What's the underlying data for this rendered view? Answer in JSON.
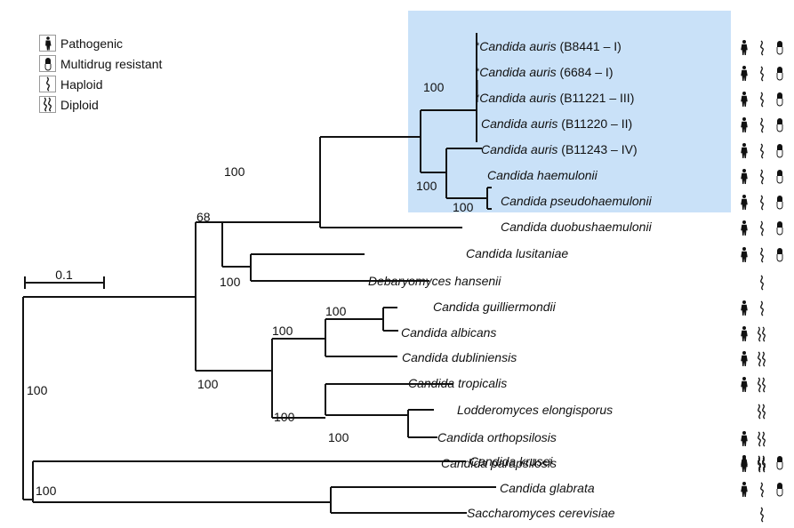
{
  "legend": {
    "items": [
      {
        "icon": "pathogenic-icon",
        "label": "Pathogenic"
      },
      {
        "icon": "multidrug-resistant-icon",
        "label": "Multidrug resistant"
      },
      {
        "icon": "haploid-icon",
        "label": "Haploid"
      },
      {
        "icon": "diploid-icon",
        "label": "Diploid"
      }
    ]
  },
  "scale_bar": {
    "label": "0.1"
  },
  "highlight_color": "#c9e1f8",
  "taxa": [
    {
      "asterisk": "*",
      "genus_species": "Candida auris",
      "strain": " (B8441 – I)",
      "pathogenic": true,
      "ploidy": "haploid",
      "mdr": true
    },
    {
      "asterisk": "*",
      "genus_species": "Candida auris",
      "strain": " (6684 – I)",
      "pathogenic": true,
      "ploidy": "haploid",
      "mdr": true
    },
    {
      "asterisk": "*",
      "genus_species": "Candida auris",
      "strain": " (B11221 – III)",
      "pathogenic": true,
      "ploidy": "haploid",
      "mdr": true
    },
    {
      "asterisk": "",
      "genus_species": "Candida auris",
      "strain": " (B11220 – II)",
      "pathogenic": true,
      "ploidy": "haploid",
      "mdr": true
    },
    {
      "asterisk": "",
      "genus_species": "Candida auris",
      "strain": " (B11243 – IV)",
      "pathogenic": true,
      "ploidy": "haploid",
      "mdr": true
    },
    {
      "asterisk": "",
      "genus_species": "Candida haemulonii",
      "strain": "",
      "pathogenic": true,
      "ploidy": "haploid",
      "mdr": true
    },
    {
      "asterisk": "",
      "genus_species": "Candida pseudohaemulonii",
      "strain": "",
      "pathogenic": true,
      "ploidy": "haploid",
      "mdr": true
    },
    {
      "asterisk": "",
      "genus_species": "Candida duobushaemulonii",
      "strain": "",
      "pathogenic": true,
      "ploidy": "haploid",
      "mdr": true
    },
    {
      "asterisk": "",
      "genus_species": "Candida lusitaniae",
      "strain": "",
      "pathogenic": true,
      "ploidy": "haploid",
      "mdr": true
    },
    {
      "asterisk": "",
      "genus_species": "Debaryomyces hansenii",
      "strain": "",
      "pathogenic": false,
      "ploidy": "haploid",
      "mdr": false
    },
    {
      "asterisk": "",
      "genus_species": "Candida guilliermondii",
      "strain": "",
      "pathogenic": true,
      "ploidy": "haploid",
      "mdr": false
    },
    {
      "asterisk": "",
      "genus_species": "Candida albicans",
      "strain": "",
      "pathogenic": true,
      "ploidy": "diploid",
      "mdr": false
    },
    {
      "asterisk": "",
      "genus_species": "Candida dubliniensis",
      "strain": "",
      "pathogenic": true,
      "ploidy": "diploid",
      "mdr": false
    },
    {
      "asterisk": "",
      "genus_species": "Candida tropicalis",
      "strain": "",
      "pathogenic": true,
      "ploidy": "diploid",
      "mdr": false
    },
    {
      "asterisk": "",
      "genus_species": "Lodderomyces elongisporus",
      "strain": "",
      "pathogenic": false,
      "ploidy": "diploid",
      "mdr": false
    },
    {
      "asterisk": "",
      "genus_species": "Candida orthopsilosis",
      "strain": "",
      "pathogenic": true,
      "ploidy": "diploid",
      "mdr": false
    },
    {
      "asterisk": "",
      "genus_species": "Candida parapsilosis",
      "strain": "",
      "pathogenic": true,
      "ploidy": "diploid",
      "mdr": false
    },
    {
      "asterisk": "",
      "genus_species": "Candida krusei",
      "strain": "",
      "pathogenic": true,
      "ploidy": "diploid",
      "mdr": true
    },
    {
      "asterisk": "",
      "genus_species": "Candida glabrata",
      "strain": "",
      "pathogenic": true,
      "ploidy": "haploid",
      "mdr": true
    },
    {
      "asterisk": "",
      "genus_species": "Saccharomyces cerevisiae",
      "strain": "",
      "pathogenic": false,
      "ploidy": "haploid",
      "mdr": false
    }
  ],
  "bootstrap": {
    "auris_clade": "100",
    "haemulonii_group": "100",
    "pseudo_duobus": "100",
    "cug_upper": "100",
    "cug_clade": "68",
    "deb_guil": "100",
    "cug_lower": "100",
    "albicans_tropicalis": "100",
    "albicans_dubliniensis": "100",
    "lodderomyces_group": "100",
    "ortho_para": "100",
    "root": "100",
    "krusei_glabrata": "100"
  }
}
